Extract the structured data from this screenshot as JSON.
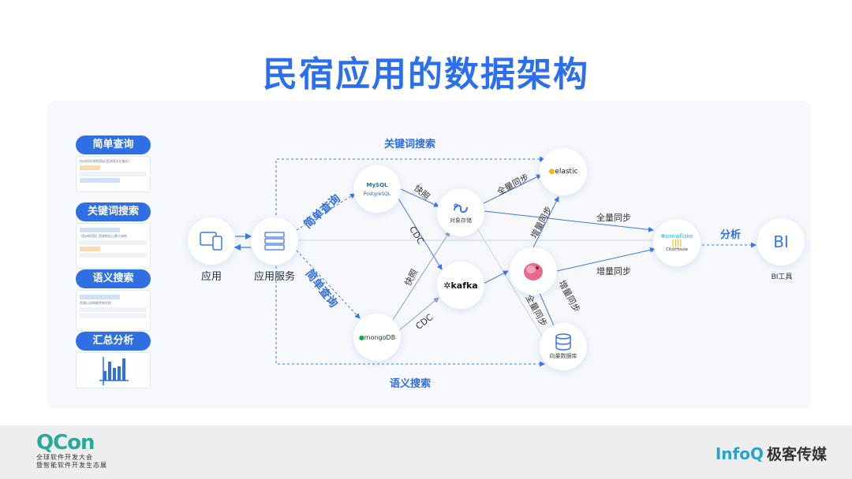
{
  "title": "民宿应用的数据架构",
  "left_panel": [
    {
      "label": "简单查询",
      "snippet": "杭州阿市滨埠国际(西湖滨水至美店)"
    },
    {
      "label": "关键词搜索",
      "snippet": "【杭州民宿】西湖附近山景大床房"
    },
    {
      "label": "语义搜索",
      "snippet": "西湖山间带庭院有民宿"
    },
    {
      "label": "汇总分析",
      "snippet": ""
    }
  ],
  "nodes": {
    "app": {
      "label": "应用"
    },
    "app_service": {
      "label": "应用服务"
    },
    "relational": {
      "mysql": "MySQL",
      "postgres": "PostgreSQL"
    },
    "mongodb": {
      "label": "mongoDB"
    },
    "object_storage": {
      "label": "对象存储"
    },
    "kafka": {
      "label": "kafka"
    },
    "elastic": {
      "label": "elastic"
    },
    "flink": {
      "label": ""
    },
    "vector_db": {
      "label": "向量数据库"
    },
    "warehouse": {
      "snowflake": "snowflake",
      "clickhouse": "ClickHouse"
    },
    "bi": {
      "icon_text": "BI",
      "label": "BI工具"
    }
  },
  "edges": {
    "keyword_search": "关键词搜索",
    "simple_query_top": "简单查询",
    "simple_query_bottom": "简单查询",
    "semantic_search": "语义搜索",
    "snapshot_top": "快照",
    "snapshot_bottom": "快照",
    "cdc_top": "CDC",
    "cdc_bottom": "CDC",
    "full_sync_elastic": "全量同步",
    "incr_sync_elastic": "增量同步",
    "full_sync_warehouse": "全量同步",
    "incr_sync_warehouse": "增量同步",
    "incr_sync_vector": "增量同步",
    "full_sync_vector": "全量同步",
    "analysis": "分析"
  },
  "footer": {
    "qcon_logo": "QCon",
    "qcon_line1": "全球软件开发大会",
    "qcon_line2": "暨智能软件开发生态展",
    "infoq": "InfoQ",
    "infoq_cn": "极客传媒"
  }
}
